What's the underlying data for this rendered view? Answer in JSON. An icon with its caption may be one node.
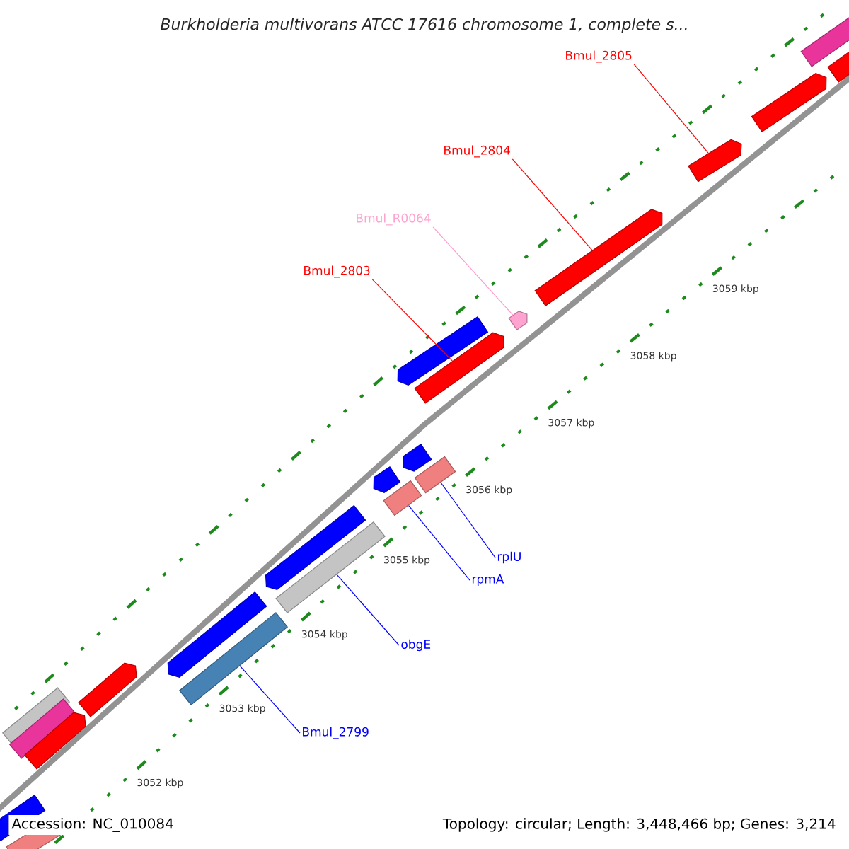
{
  "diagram": {
    "title": "Burkholderia multivorans ATCC 17616 chromosome 1, complete s...",
    "nodes": [
      {
        "text": [
          "Bmul_2805"
        ]
      },
      {
        "text": [
          "Bmul_2804"
        ]
      },
      {
        "text": [
          "Bmul_R0064"
        ]
      },
      {
        "text": [
          "Bmul_2803"
        ]
      },
      {
        "text": [
          "rplU"
        ]
      },
      {
        "text": [
          "rpmA"
        ]
      },
      {
        "text": [
          "obgE"
        ]
      },
      {
        "text": [
          "Bmul_2799"
        ]
      },
      {
        "text": [],
        "shape": "arrow"
      },
      {
        "text": [],
        "shape": "arrow"
      },
      {
        "text": [],
        "shape": "arrow"
      },
      {
        "text": [],
        "shape": "arrow"
      },
      {
        "text": [],
        "shape": "bar"
      },
      {
        "text": [],
        "shape": "bar"
      },
      {
        "text": [],
        "shape": "bar"
      },
      {
        "text": [],
        "shape": "bar"
      }
    ],
    "edges": [
      {
        "from": 0,
        "to": 8,
        "arrow": "none",
        "color": "#ff0000"
      },
      {
        "from": 1,
        "to": 9,
        "arrow": "none",
        "color": "#ff0000"
      },
      {
        "from": 2,
        "to": 10,
        "arrow": "none",
        "color": "#ff99cc"
      },
      {
        "from": 3,
        "to": 11,
        "arrow": "none",
        "color": "#ff0000"
      },
      {
        "from": 4,
        "to": 12,
        "arrow": "none",
        "color": "#0000ff"
      },
      {
        "from": 5,
        "to": 13,
        "arrow": "none",
        "color": "#0000ff"
      },
      {
        "from": 6,
        "to": 14,
        "arrow": "none",
        "color": "#0000ff"
      },
      {
        "from": 7,
        "to": 15,
        "arrow": "none",
        "color": "#0000ff"
      }
    ],
    "labels": [
      "3059 kbp",
      "3058 kbp",
      "3057 kbp",
      "3056 kbp",
      "3055 kbp",
      "3054 kbp",
      "3053 kbp",
      "3052 kbp",
      "Accession: NC_010084",
      "Topology: circular; Length: 3,448,466 bp; Genes: 3,214"
    ]
  }
}
